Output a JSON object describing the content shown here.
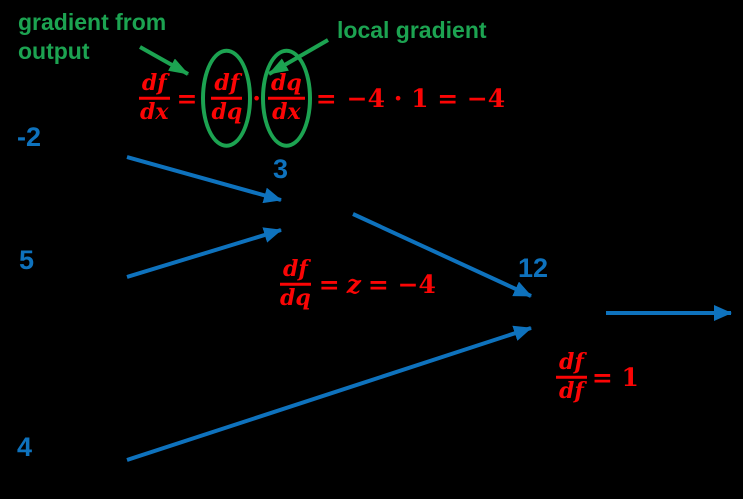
{
  "colors": {
    "bg": "#000000",
    "blue": "#0e72bd",
    "red": "#fb0505",
    "green": "#1ca351"
  },
  "annotations": {
    "gradient_from_output_line1": "gradient from",
    "gradient_from_output_line2": "output",
    "local_gradient": "local gradient"
  },
  "values": {
    "input_x": "-2",
    "input_y": "5",
    "input_z": "4",
    "intermediate_q": "3",
    "output_f": "12"
  },
  "formulas": {
    "chain_rule": {
      "lhs_num": "df",
      "lhs_den": "dx",
      "eq1": "=",
      "grad_num": "df",
      "grad_den": "dq",
      "dot": "·",
      "local_num": "dq",
      "local_den": "dx",
      "eq2": "=",
      "result": "−4 · 1 = −4"
    },
    "dfdq": {
      "num": "df",
      "den": "dq",
      "eq1": "=",
      "var": "z",
      "eq2": "= −4"
    },
    "dfdf": {
      "num": "df",
      "den": "df",
      "eq": "= 1"
    }
  }
}
